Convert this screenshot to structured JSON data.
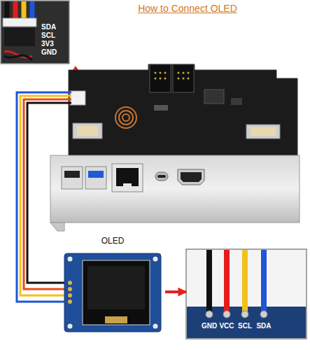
{
  "diagram": {
    "title": "How to Connect OLED",
    "nodes": [
      {
        "text": [
          "SDA",
          "SCL",
          "3V3",
          "GND"
        ]
      },
      {
        "text": [
          "OLED"
        ]
      },
      {
        "text": [
          "GND",
          "VCC",
          "SCL",
          "SDA"
        ]
      }
    ],
    "edges": [
      {
        "from": 1,
        "to": 2,
        "arrow": "to"
      }
    ]
  }
}
